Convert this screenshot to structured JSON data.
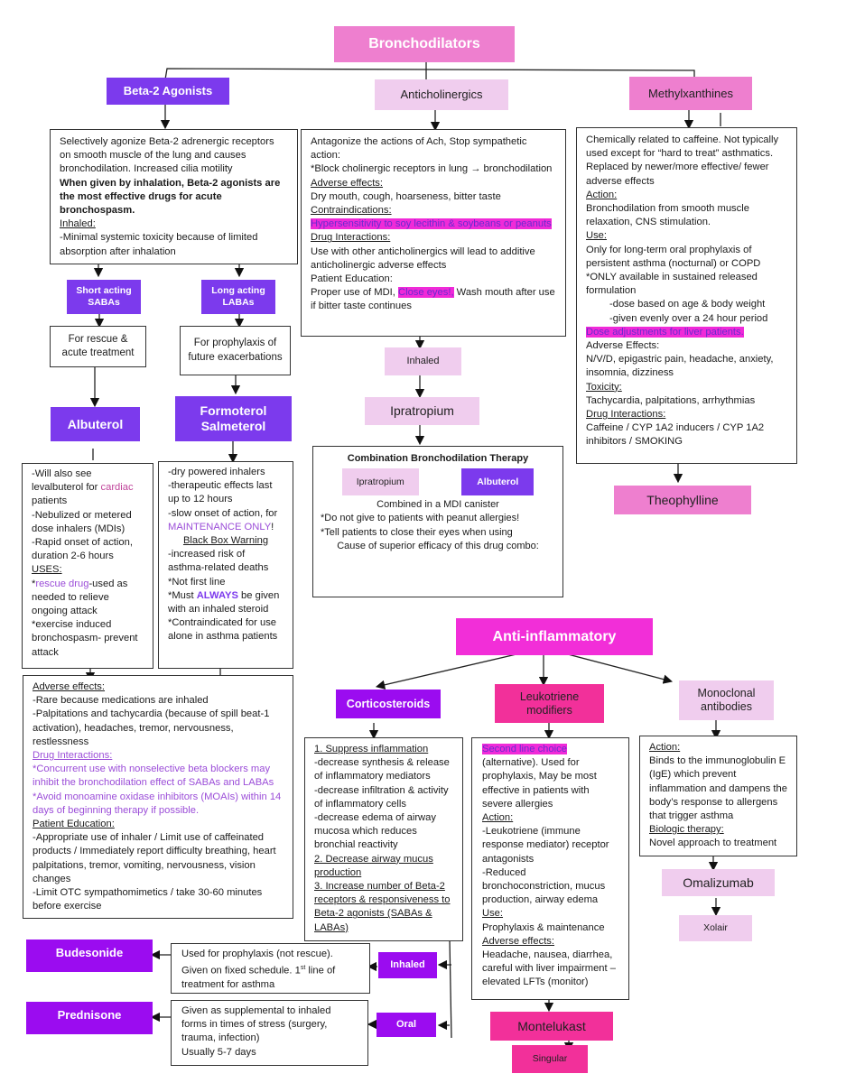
{
  "colors": {
    "pink_header": "#ee7fcf",
    "violet": "#7c3aed",
    "light_pink": "#f0cdee",
    "magenta": "#f22ed8",
    "corticosteroid_purple": "#9b0cf0",
    "leukotriene_pink": "#f2309a",
    "highlight": "#f02ad8"
  },
  "bronchodilators": {
    "title": "Bronchodilators",
    "beta2": {
      "label": "Beta-2 Agonists",
      "description": [
        "Selectively agonize Beta-2 adrenergic receptors on smooth muscle of the lung and causes bronchodilation. Increased cilia motility",
        "When given by inhalation, Beta-2 agonists are the most effective drugs for acute bronchospasm.",
        "Inhaled:",
        "-Minimal systemic toxicity because of limited absorption after inhalation"
      ],
      "saba": {
        "label_line1": "Short acting",
        "label_line2": "SABAs",
        "use": "For rescue & acute treatment",
        "drug": "Albuterol"
      },
      "laba": {
        "label_line1": "Long acting",
        "label_line2": "LABAs",
        "use": "For prophylaxis of future exacerbations",
        "drug_line1": "Formoterol",
        "drug_line2": "Salmeterol"
      },
      "albuterol_notes": {
        "l1a": "-Will also see levalbuterol for ",
        "l1b": "cardiac",
        "l1c": " patients",
        "l2": "-Nebulized or metered dose inhalers (MDIs)",
        "l3": "-Rapid onset of action, duration 2-6 hours",
        "uses": "USES:",
        "l4a": "*",
        "l4b": "rescue drug",
        "l4c": "-used as needed to relieve ongoing attack",
        "l5": "*exercise induced bronchospasm- prevent attack"
      },
      "laba_notes": {
        "l1": "-dry powered inhalers",
        "l2": "-therapeutic effects last up to 12 hours",
        "l3a": "-slow onset of action, for ",
        "l3b": "MAINTENANCE ONLY",
        "l3c": "!",
        "bbw": "Black Box Warning",
        "l4": "-increased risk of asthma-related deaths",
        "l5": "*Not first line",
        "l6a": "*Must ",
        "l6b": "ALWAYS",
        "l6c": " be given with an inhaled steroid",
        "l7": "*Contraindicated for use alone in asthma patients"
      },
      "shared": {
        "adverse_h": "Adverse effects:",
        "adverse1": "-Rare because medications are inhaled",
        "adverse2": "-Palpitations and tachycardia (because of spill beat-1 activation), headaches, tremor, nervousness, restlessness",
        "drug_h": "Drug Interactions:",
        "drug1": "*Concurrent use with nonselective beta blockers may inhibit the bronchodilation effect of SABAs and LABAs",
        "drug2": "*Avoid monoamine oxidase inhibitors (MOAIs) within 14 days of beginning therapy if possible.",
        "edu_h": "Patient Education:",
        "edu1": "-Appropriate use of inhaler / Limit use of caffeinated products / Immediately report difficulty breathing, heart palpitations, tremor, vomiting, nervousness, vision changes",
        "edu2": "-Limit OTC sympathomimetics / take 30-60 minutes before exercise"
      }
    },
    "anticholinergics": {
      "label": "Anticholinergics",
      "desc1": "Antagonize the actions of Ach, Stop sympathetic action:",
      "desc2": "*Block cholinergic receptors in lung → bronchodilation",
      "adverse_h": "Adverse effects:",
      "adverse": "Dry mouth, cough, hoarseness, bitter taste",
      "contra_h": "Contraindications:",
      "contra": "Hypersensitivity to soy lecithin & soybeans or peanuts",
      "drug_h": "Drug Interactions:",
      "drug": "Use with other anticholinergics will lead to additive anticholinergic adverse effects",
      "edu_h": "Patient Education:",
      "edu_a": "Proper use of MDI, ",
      "edu_b": "Close eyes!,",
      "edu_c": " Wash mouth after use if bitter taste continues",
      "route": "Inhaled",
      "drug_name": "Ipratropium",
      "combo": {
        "title": "Combination Bronchodilation Therapy",
        "drug_a": "Ipratropium",
        "drug_b": "Albuterol",
        "l1": "Combined in a MDI canister",
        "l2": "*Do not give to patients with peanut allergies!",
        "l3": "*Tell patients to close their eyes when using",
        "l4": "Cause of superior efficacy of this drug combo:"
      }
    },
    "methylxanthines": {
      "label": "Methylxanthines",
      "desc": "Chemically related to caffeine. Not typically used except for “hard to treat” asthmatics. Replaced by newer/more effective/ fewer adverse effects",
      "action_h": "Action:",
      "action": "Bronchodilation from smooth muscle relaxation, CNS stimulation.",
      "use_h": "Use:",
      "use1": "Only for long-term oral prophylaxis of persistent asthma (nocturnal) or COPD",
      "use2": "*ONLY available in sustained released formulation",
      "use3": "-dose based on age & body weight",
      "use4": "-given evenly over a 24 hour period",
      "liver": "Dose adjustments for liver patients.",
      "adverse_h": "Adverse Effects:",
      "adverse": "N/V/D, epigastric pain, headache, anxiety, insomnia, dizziness",
      "tox_h": "Toxicity:",
      "tox": "Tachycardia, palpitations, arrhythmias",
      "drug_h": "Drug Interactions:",
      "drug": "Caffeine / CYP 1A2 inducers / CYP 1A2 inhibitors / SMOKING",
      "drug_name": "Theophylline"
    }
  },
  "anti_inflammatory": {
    "title": "Anti-inflammatory",
    "corticosteroids": {
      "label": "Corticosteroids",
      "h1": "1. Suppress inflammation",
      "l1": "-decrease synthesis & release of inflammatory mediators",
      "l2": "-decrease infiltration & activity of inflammatory cells",
      "l3": "-decrease edema of airway mucosa which reduces bronchial reactivity",
      "h2": "2. Decrease airway mucus production",
      "h3": "3. Increase number of Beta-2 receptors & responsiveness to Beta-2 agonists (SABAs & LABAs)",
      "inhaled": {
        "route": "Inhaled",
        "note_a": "Used for prophylaxis (not rescue). Given on fixed schedule. 1",
        "note_sup": "st",
        "note_b": " line of treatment for asthma",
        "drug": "Budesonide"
      },
      "oral": {
        "route": "Oral",
        "note1": "Given as supplemental to inhaled forms in times of stress (surgery, trauma, infection)",
        "note2": "Usually 5-7 days",
        "drug": "Prednisone"
      }
    },
    "leukotriene": {
      "label_line1": "Leukotriene",
      "label_line2": "modifiers",
      "second": "Second line choice",
      "desc": " (alternative). Used for prophylaxis, May be most effective in patients with severe allergies",
      "action_h": "Action:",
      "action1": "-Leukotriene (immune response mediator) receptor antagonists",
      "action2": "-Reduced bronchoconstriction, mucus production, airway edema",
      "use_h": "Use:",
      "use": "Prophylaxis & maintenance",
      "adverse_h": "Adverse effects:",
      "adverse": "Headache, nausea, diarrhea, careful with liver impairment – elevated LFTs (monitor)",
      "drug": "Montelukast",
      "brand": "Singular"
    },
    "monoclonal": {
      "label_line1": "Monoclonal",
      "label_line2": "antibodies",
      "action_h": "Action:",
      "action": "Binds to the immunoglobulin E (IgE) which prevent inflammation and dampens the body’s response to allergens that trigger asthma",
      "bio_h": "Biologic therapy:",
      "bio": "Novel approach to treatment",
      "drug": "Omalizumab",
      "brand": "Xolair"
    }
  }
}
